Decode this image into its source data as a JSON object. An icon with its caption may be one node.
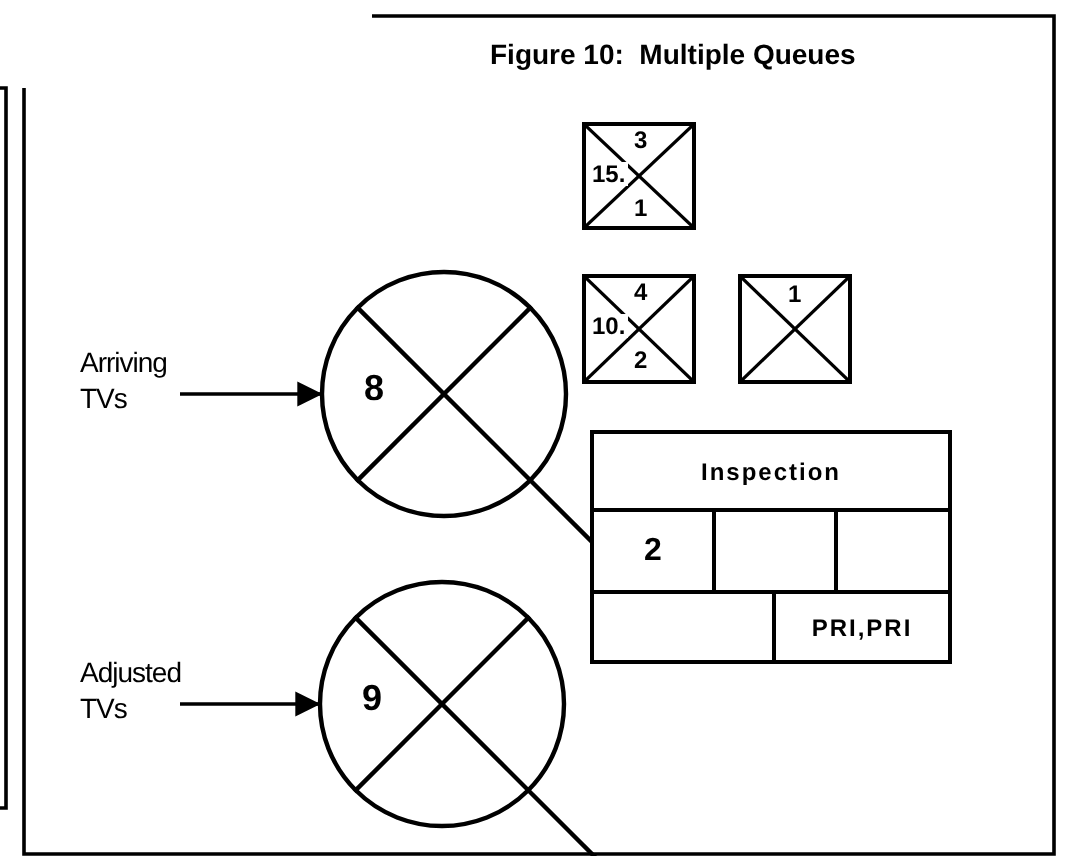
{
  "diagram": {
    "title": "Figure 10:  Multiple Queues",
    "nodes": [
      {
        "text": [
          "Arriving TVs"
        ]
      },
      {
        "text": [
          "8"
        ]
      },
      {
        "text": [
          "Adjusted TVs"
        ]
      },
      {
        "text": [
          "9"
        ]
      },
      {
        "text": [
          "3",
          "15.",
          "1"
        ]
      },
      {
        "text": [
          "4",
          "10.",
          "2"
        ]
      },
      {
        "text": [
          "1"
        ]
      },
      {
        "text": [
          "Inspection",
          "2",
          "PRI,PRI"
        ]
      }
    ],
    "edges": [
      {
        "from": 0,
        "to": 1,
        "arrow": "to"
      },
      {
        "from": 2,
        "to": 3,
        "arrow": "to"
      }
    ]
  }
}
